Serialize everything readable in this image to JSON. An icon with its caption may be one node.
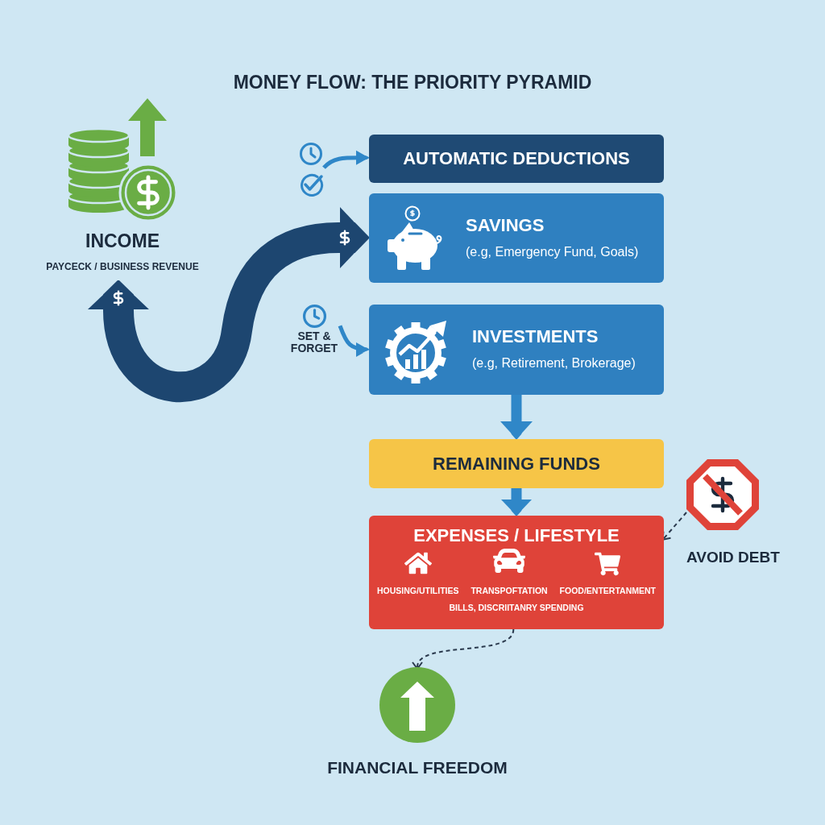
{
  "diagram": {
    "title": "MONEY FLOW: THE PRIORITY PYRAMID",
    "nodes": [
      {
        "text": [
          "INCOME",
          "PAYCECK / BUSINESS REVENUE"
        ]
      },
      {
        "text": [],
        "shape": "picture"
      },
      {
        "text": [
          "AUTOMATIC DEDUCTIONS"
        ]
      },
      {
        "text": [
          "SAVINGS",
          "(e.g, Emergency Fund, Goals)"
        ]
      },
      {
        "text": [
          "SET & FORGET"
        ]
      },
      {
        "text": [
          "INVESTMENTS",
          "(e.g, Retirement, Brokerage)"
        ]
      },
      {
        "text": [
          "REMAINING FUNDS"
        ]
      },
      {
        "text": [
          "EXPENSES / LIFESTYLE",
          "HOUSING/UTILITIES",
          "TRANSPOFTATION",
          "FOOD/ENTERTANMENT",
          "BILLS, DISCRIITANRY SPENDING"
        ]
      },
      {
        "text": [
          "AVOID DEBT"
        ]
      },
      {
        "text": [
          "FINANCIAL FREEDOM"
        ]
      }
    ],
    "edges": [
      {
        "from": 0,
        "to": 3,
        "arrow": "both",
        "style": "thick",
        "color": "#1d4670"
      },
      {
        "from": 1,
        "to": 2,
        "arrow": "to"
      },
      {
        "from": 4,
        "to": 5,
        "arrow": "to"
      },
      {
        "from": 5,
        "to": 6,
        "arrow": "to",
        "style": "thick"
      },
      {
        "from": 6,
        "to": 7,
        "arrow": "to",
        "style": "thick"
      },
      {
        "from": 8,
        "to": 7,
        "arrow": "to",
        "style": "dashed",
        "color": "#2b3a4e"
      },
      {
        "from": 7,
        "to": 9,
        "arrow": "to",
        "style": "dashed",
        "color": "#2b3a4e"
      }
    ]
  }
}
